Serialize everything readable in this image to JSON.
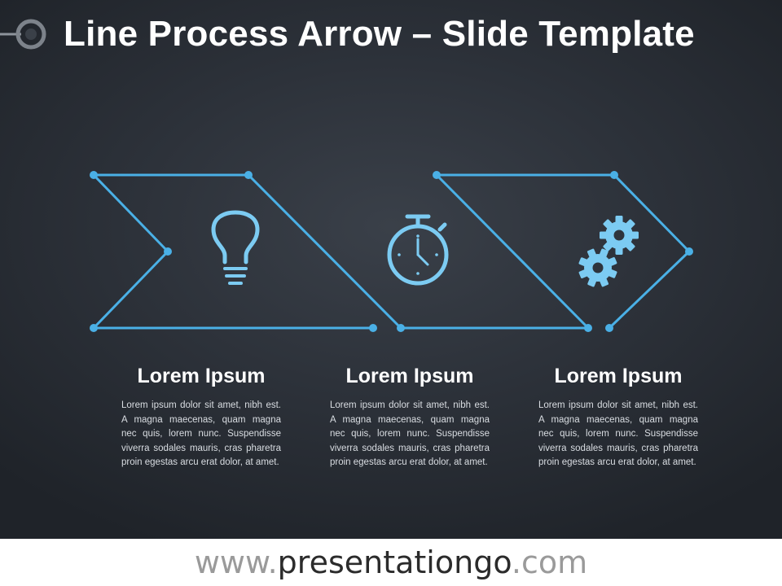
{
  "title": "Line Process Arrow – Slide Template",
  "colors": {
    "line": "#4ab0e6",
    "icon": "#7ccbf2",
    "background": "#2c3139"
  },
  "steps": [
    {
      "icon": "lightbulb-icon",
      "heading": "Lorem Ipsum",
      "body": "Lorem ipsum dolor sit amet, nibh est. A magna maecenas, quam magna nec quis, lorem nunc. Suspendisse viverra sodales mauris, cras pharetra proin egestas arcu erat dolor, at amet."
    },
    {
      "icon": "stopwatch-icon",
      "heading": "Lorem Ipsum",
      "body": "Lorem ipsum dolor sit amet, nibh est. A magna maecenas, quam magna nec quis, lorem nunc. Suspendisse viverra sodales mauris, cras pharetra proin egestas arcu erat dolor, at amet."
    },
    {
      "icon": "gears-icon",
      "heading": "Lorem Ipsum",
      "body": "Lorem ipsum dolor sit amet, nibh est. A magna maecenas, quam magna nec quis, lorem nunc. Suspendisse viverra sodales mauris, cras pharetra proin egestas arcu erat dolor, at amet."
    }
  ],
  "footer": {
    "prefix": "www.",
    "brand": "presentationgo",
    "suffix": ".com"
  }
}
